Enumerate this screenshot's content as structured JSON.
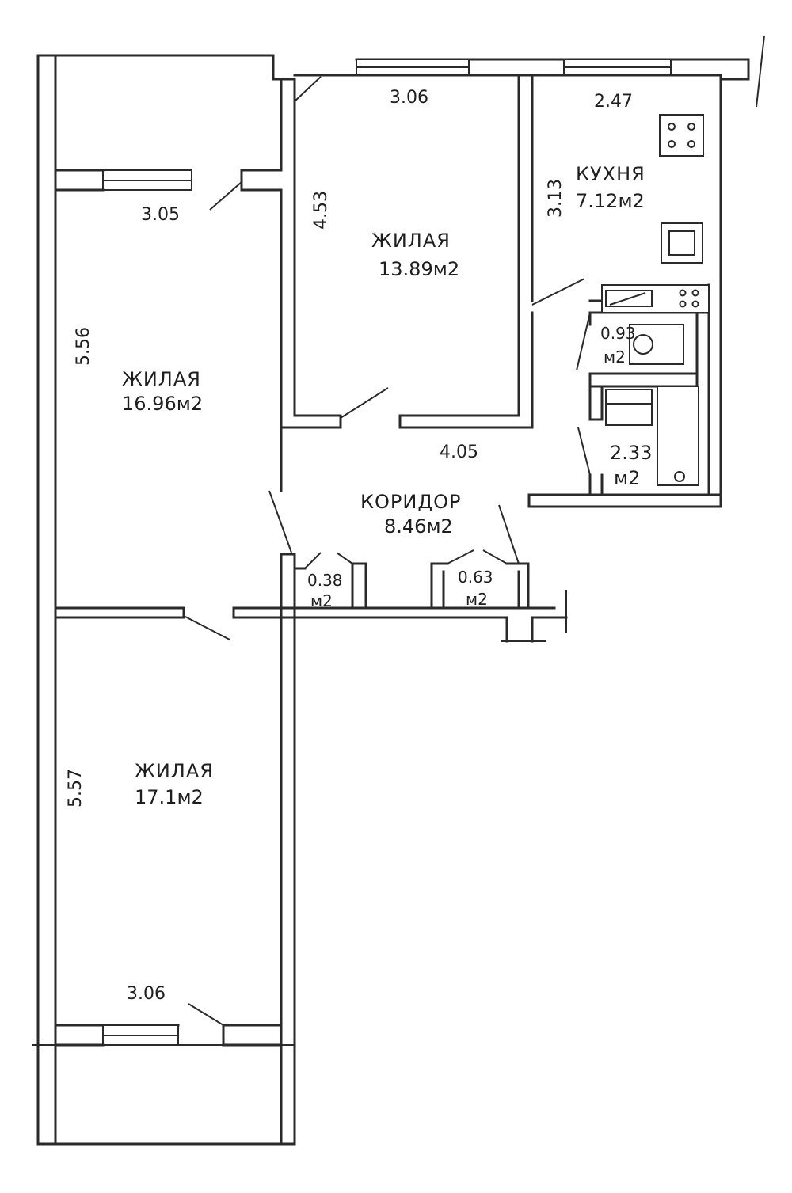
{
  "rooms": [
    {
      "name": "ЖИЛАЯ",
      "area": "13.89м2"
    },
    {
      "name": "ЖИЛАЯ",
      "area": "16.96м2"
    },
    {
      "name": "ЖИЛАЯ",
      "area": "17.1м2"
    },
    {
      "name": "КУХНЯ",
      "area": "7.12м2"
    },
    {
      "name": "КОРИДОР",
      "area": "8.46м2"
    }
  ],
  "small_rooms": [
    {
      "value": "0.93",
      "unit": "м2"
    },
    {
      "value": "2.33",
      "unit": "м2"
    },
    {
      "value": "0.38",
      "unit": "м2"
    },
    {
      "value": "0.63",
      "unit": "м2"
    }
  ],
  "dimensions": {
    "top_room_width": "3.06",
    "kitchen_width": "2.47",
    "left_room_width": "3.05",
    "top_room_depth": "4.53",
    "kitchen_depth": "3.13",
    "left_room_depth": "5.56",
    "corridor_width": "4.05",
    "bottom_room_depth": "5.57",
    "bottom_room_width": "3.06"
  }
}
